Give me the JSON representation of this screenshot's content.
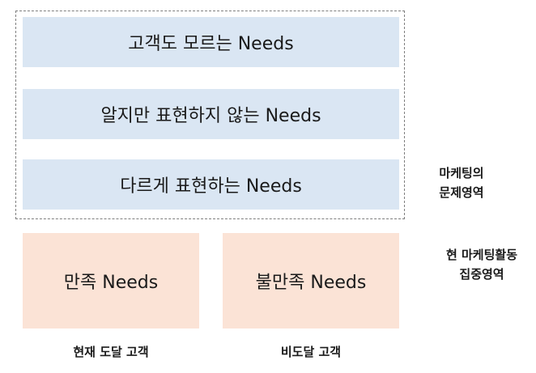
{
  "needs_levels": [
    {
      "label": "고객도 모르는 Needs"
    },
    {
      "label": "알지만 표현하지 않는 Needs"
    },
    {
      "label": "다르게 표현하는 Needs"
    }
  ],
  "problem_area_label": {
    "line1": "마케팅의",
    "line2": "문제영역"
  },
  "satisfaction_boxes": [
    {
      "label": "만족 Needs"
    },
    {
      "label": "불만족 Needs"
    }
  ],
  "focus_area_label": {
    "line1": "현 마케팅활동",
    "line2": "집중영역"
  },
  "customer_labels": [
    {
      "label": "현재 도달 고객"
    },
    {
      "label": "비도달 고객"
    }
  ],
  "colors": {
    "needs_box_fill": "#dae6f3",
    "satisfaction_box_fill": "#fbe3d6",
    "frame_border": "#7f7f7f"
  }
}
